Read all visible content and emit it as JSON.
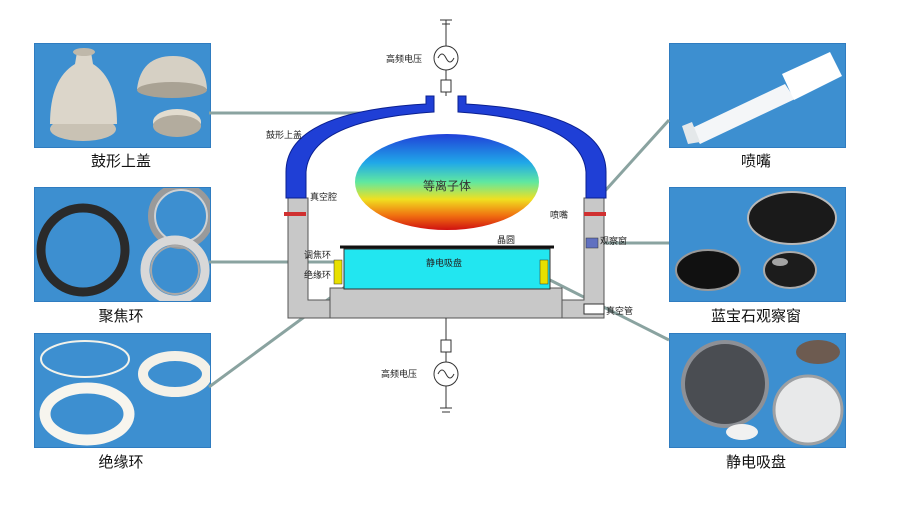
{
  "captions": {
    "dome_lid": "鼓形上盖",
    "focus_ring": "聚焦环",
    "insulation_ring": "绝缘环",
    "nozzle": "喷嘴",
    "sapphire_window": "蓝宝石观察窗",
    "esc": "静电吸盘"
  },
  "labels": {
    "rf_top": "高频电压",
    "rf_bottom": "高频电压",
    "dome_lid": "鼓形上盖",
    "vacuum_chamber": "真空腔",
    "plasma": "等离子体",
    "nozzle": "喷嘴",
    "wafer": "晶圆",
    "view_window": "观察窗",
    "focus_ring": "调焦环",
    "esc": "静电吸盘",
    "insulation_ring": "绝缘环",
    "vacuum_tube": "真空管"
  },
  "colors": {
    "photo_bg": "#3d8fd0",
    "dome": "#1f3fd6",
    "chamber_wall": "#c8c8c8",
    "esc_fill": "#22e6f0",
    "leader": "#8aa3a0",
    "ring_yellow": "#e8e000"
  }
}
